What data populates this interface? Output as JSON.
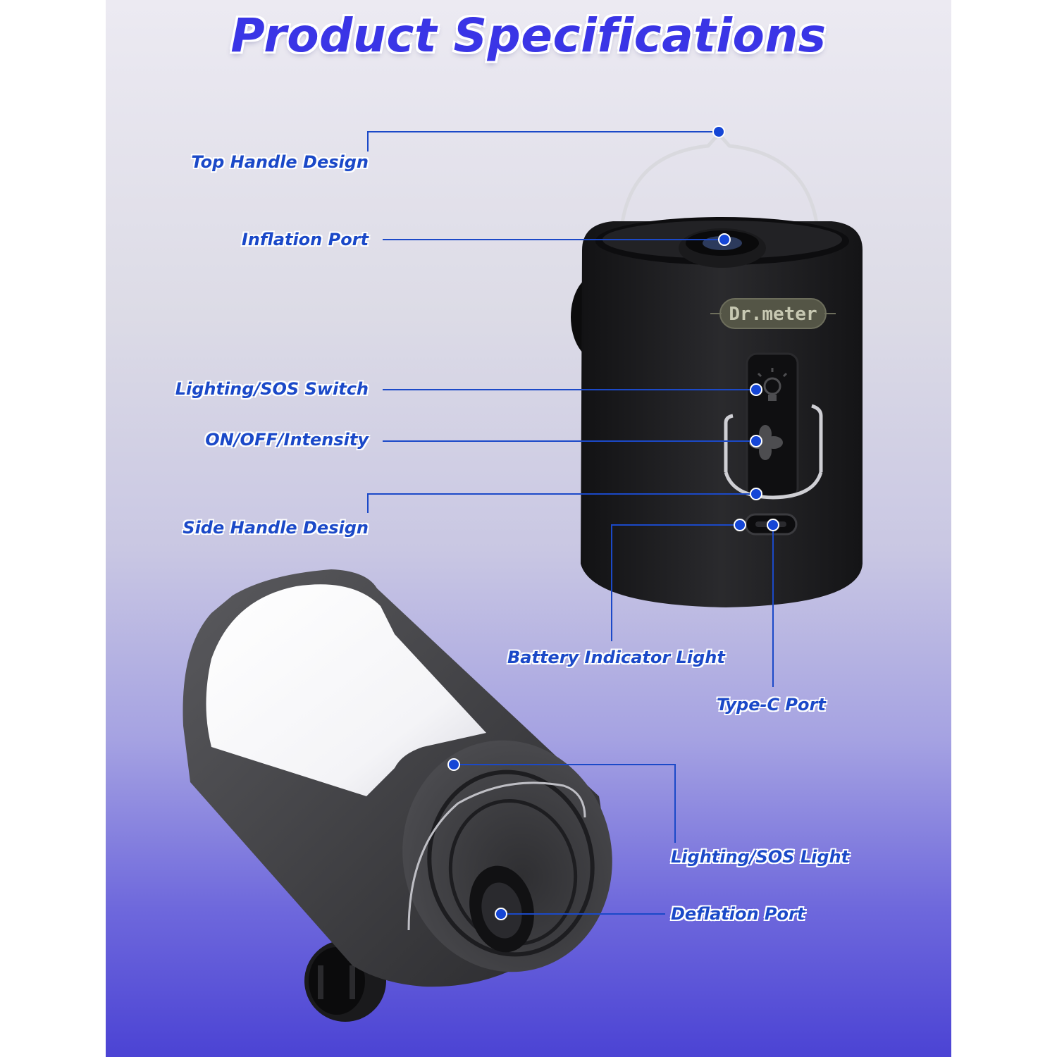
{
  "title": "Product Specifications",
  "brand_logo": "Dr.meter",
  "callouts": {
    "top_handle": "Top Handle Design",
    "inflation_port": "Inflation Port",
    "lighting_switch": "Lighting/SOS Switch",
    "power_button": "ON/OFF/Intensity",
    "side_handle": "Side Handle Design",
    "battery_light": "Battery Indicator Light",
    "type_c_port": "Type-C Port",
    "sos_light": "Lighting/SOS Light",
    "deflation_port": "Deflation Port"
  },
  "colors": {
    "accent": "#1b49c8",
    "leader_line": "#1b49c8",
    "dot": "#1546d6",
    "device_body": "#1c1c1e"
  },
  "icons": [
    "bulb-icon",
    "fan-icon"
  ]
}
